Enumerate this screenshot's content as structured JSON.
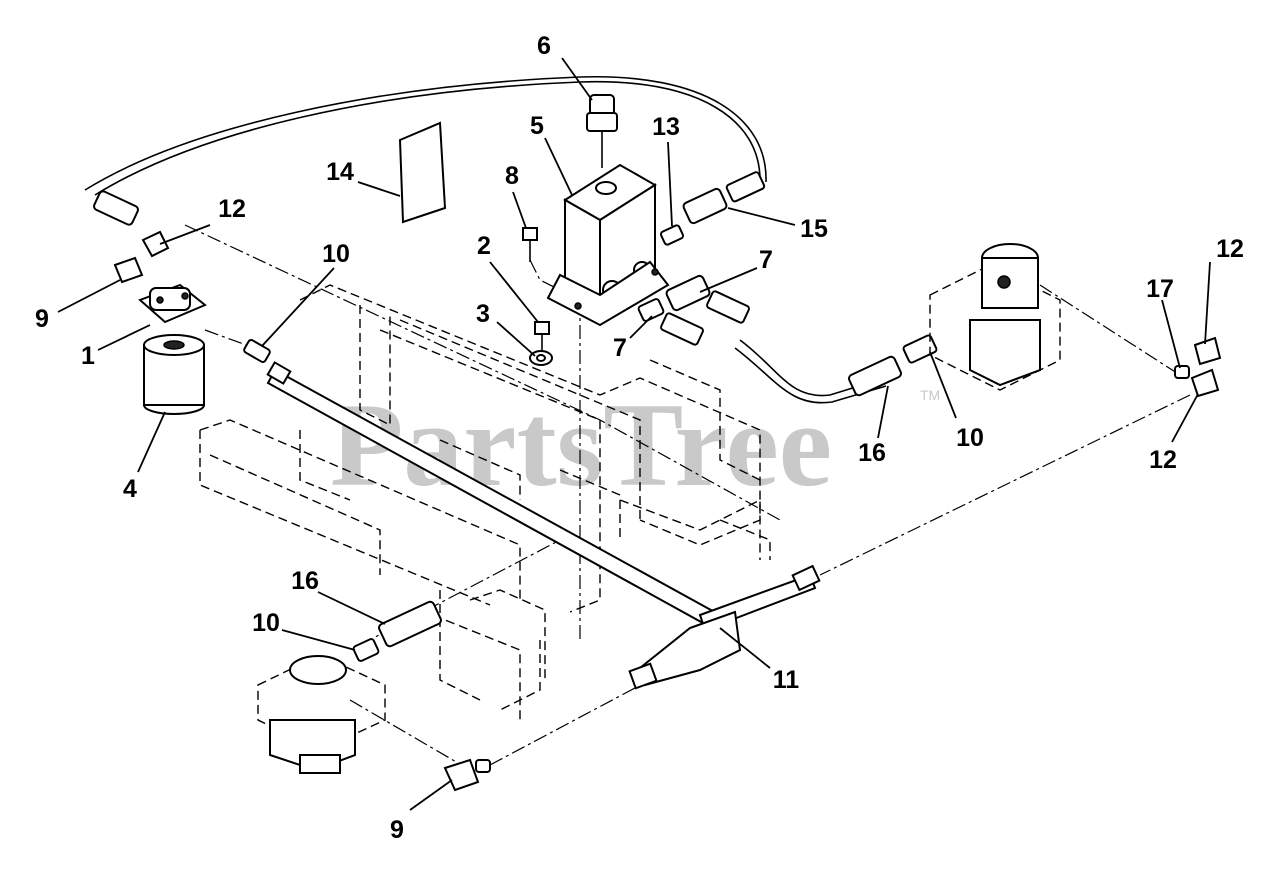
{
  "watermark": {
    "text": "PartsTree",
    "trademark": "TM"
  },
  "callouts": [
    {
      "id": "c6a",
      "text": "6"
    },
    {
      "id": "c5",
      "text": "5"
    },
    {
      "id": "c13",
      "text": "13"
    },
    {
      "id": "c14",
      "text": "14"
    },
    {
      "id": "c8",
      "text": "8"
    },
    {
      "id": "c15",
      "text": "15"
    },
    {
      "id": "c12a",
      "text": "12"
    },
    {
      "id": "c2",
      "text": "2"
    },
    {
      "id": "c7a",
      "text": "7"
    },
    {
      "id": "c10a",
      "text": "10"
    },
    {
      "id": "c12b",
      "text": "12"
    },
    {
      "id": "c17",
      "text": "17"
    },
    {
      "id": "c9a",
      "text": "9"
    },
    {
      "id": "c3",
      "text": "3"
    },
    {
      "id": "c7b",
      "text": "7"
    },
    {
      "id": "c1",
      "text": "1"
    },
    {
      "id": "c10b",
      "text": "10"
    },
    {
      "id": "c16a",
      "text": "16"
    },
    {
      "id": "c12c",
      "text": "12"
    },
    {
      "id": "c4",
      "text": "4"
    },
    {
      "id": "c16b",
      "text": "16"
    },
    {
      "id": "c10c",
      "text": "10"
    },
    {
      "id": "c11",
      "text": "11"
    },
    {
      "id": "c9b",
      "text": "9"
    }
  ]
}
